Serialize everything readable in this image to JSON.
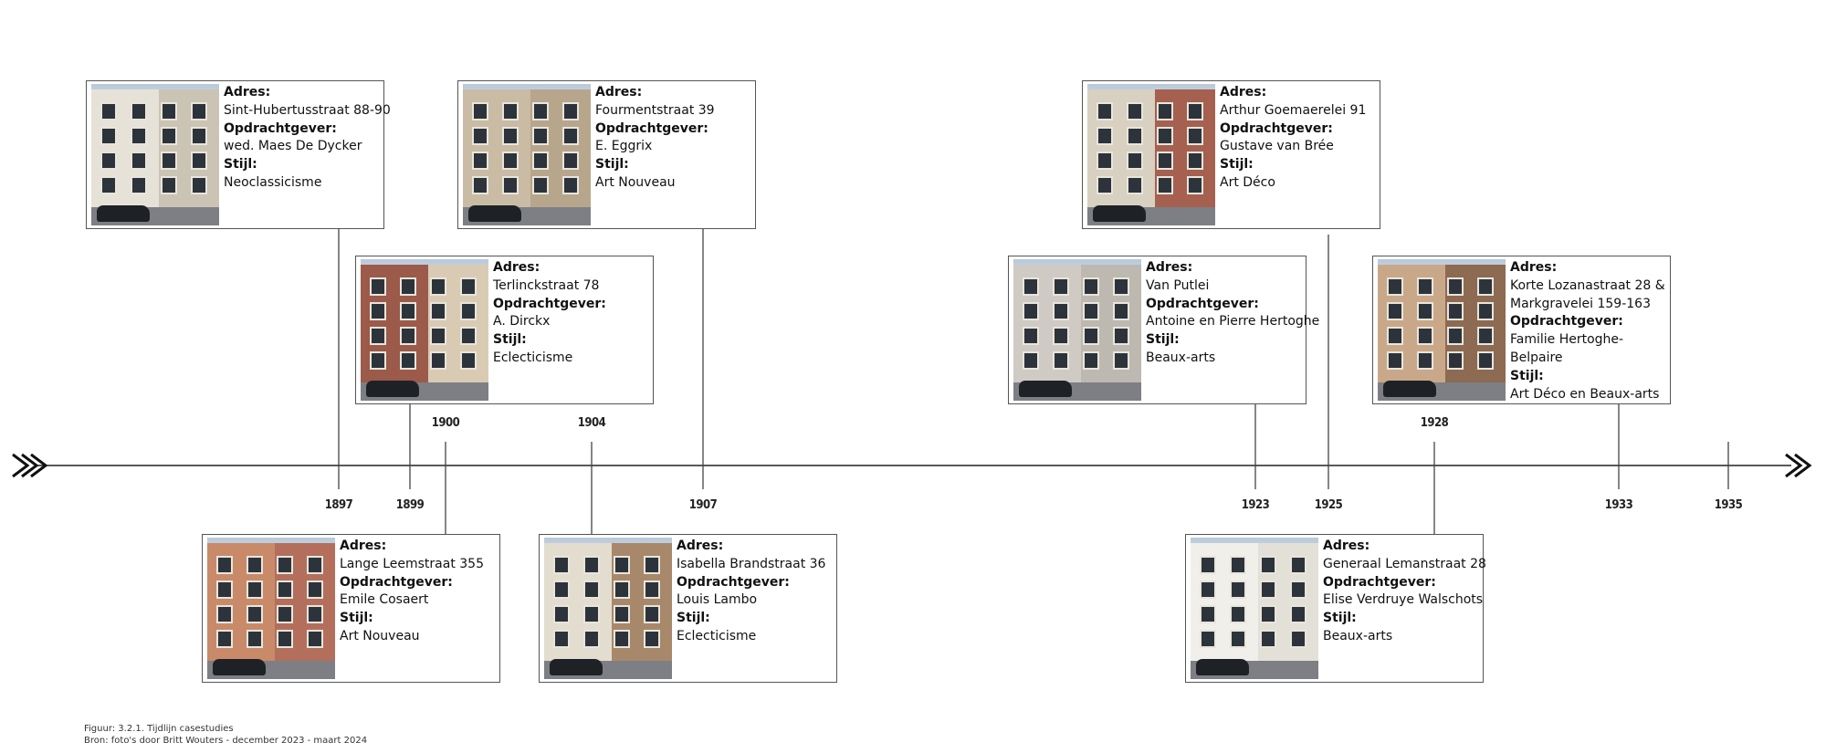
{
  "cards": [
    {
      "key": "c1897",
      "year": "1897",
      "address": "Sint-Hubertusstraat 88-90",
      "client": "wed. Maes De Dycker",
      "style": "Neoclassicisme",
      "photo_colors": [
        "#e7e2d8",
        "#cbc3b3"
      ]
    },
    {
      "key": "c1899",
      "year": "1899",
      "address": "Terlinckstraat 78",
      "client": "A. Dirckx",
      "style": "Eclecticisme",
      "photo_colors": [
        "#9b5a4a",
        "#d9cbb3"
      ]
    },
    {
      "key": "c1900",
      "year": "1900",
      "address": "Lange Leemstraat 355",
      "client": "Emile Cosaert",
      "style": "Art Nouveau",
      "photo_colors": [
        "#c98a6a",
        "#b36f5c"
      ]
    },
    {
      "key": "c1904",
      "year": "1904",
      "address": "Isabella Brandstraat 36",
      "client": "Louis Lambo",
      "style": "Eclecticisme",
      "photo_colors": [
        "#e3ddd0",
        "#a8886a"
      ]
    },
    {
      "key": "c1907",
      "year": "1907",
      "address": "Fourmentstraat 39",
      "client": "E. Eggrix",
      "style": "Art Nouveau",
      "photo_colors": [
        "#c9bba4",
        "#b8a68c"
      ]
    },
    {
      "key": "c1923",
      "year": "1923",
      "address": "Van Putlei",
      "client": "Antoine en Pierre Hertoghe",
      "style": "Beaux-arts",
      "photo_colors": [
        "#cfcbc4",
        "#bdb8b0"
      ]
    },
    {
      "key": "c1925",
      "year": "1925",
      "address": "Arthur Goemaerelei 91",
      "client": "Gustave van Brée",
      "style": "Art Déco",
      "photo_colors": [
        "#d8d0c0",
        "#a5604f"
      ]
    },
    {
      "key": "c1928",
      "year": "1928",
      "address": "Generaal Lemanstraat 28",
      "client": "Elise Verdruye Walschots",
      "style": "Beaux-arts",
      "photo_colors": [
        "#f1efea",
        "#e3e0d8"
      ]
    },
    {
      "key": "c1933",
      "year": "1933",
      "address": "Korte Lozanastraat 28 & Markgravelei 159-163",
      "client": "Familie Hertoghe-Belpaire",
      "style": "Art Déco en Beaux-arts",
      "photo_colors": [
        "#c9a889",
        "#8d6a52"
      ]
    }
  ],
  "labels": {
    "address": "Adres:",
    "client": "Opdrachtgever:",
    "style": "Stijl:"
  },
  "years": [
    "1897",
    "1899",
    "1900",
    "1904",
    "1907",
    "1923",
    "1925",
    "1928",
    "1933",
    "1935"
  ],
  "caption": {
    "figure": "Figuur: 3.2.1. Tijdlijn casestudies",
    "source": "Bron: foto's door Britt Wouters - december 2023 - maart 2024"
  }
}
